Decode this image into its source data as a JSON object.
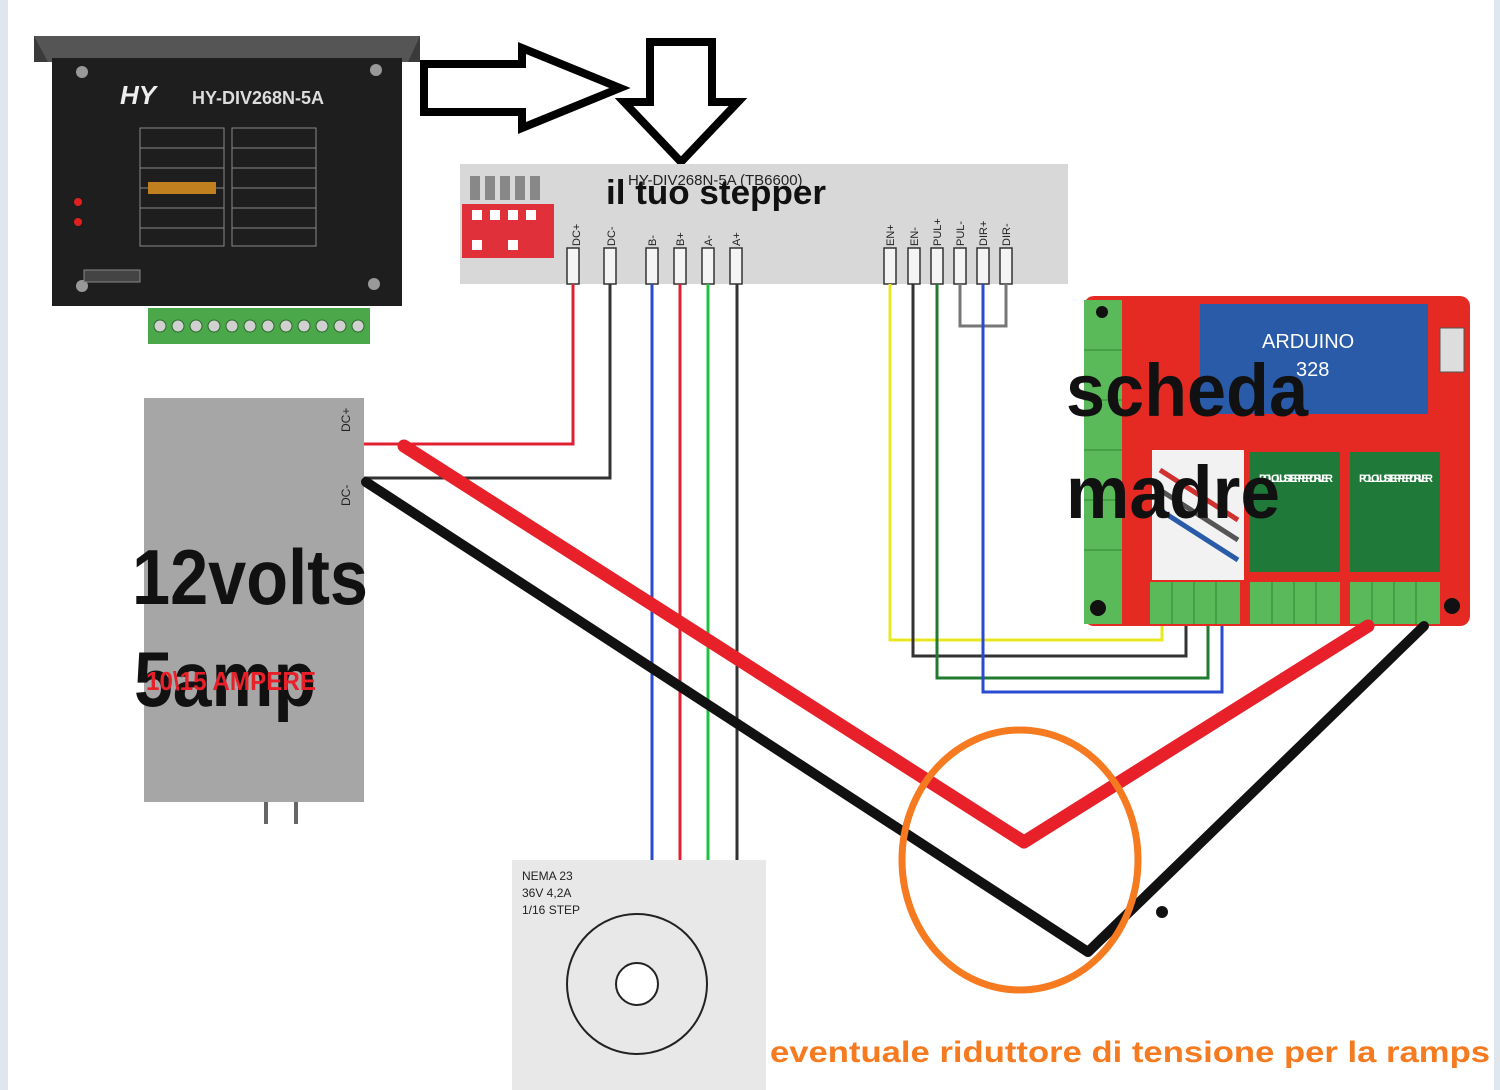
{
  "driver_photo": {
    "brand": "HY",
    "model": "HY-DIV268N-5A"
  },
  "driver_diagram": {
    "title": "HY-DIV268N-5A (TB6600)",
    "power_pins": [
      "DC+",
      "DC-"
    ],
    "motor_pins": [
      "B-",
      "B+",
      "A-",
      "A+"
    ],
    "signal_pins": [
      "EN+",
      "EN-",
      "PUL+",
      "PUL-",
      "DIR+",
      "DIR-"
    ]
  },
  "psu": {
    "pin_dc_plus": "DC+",
    "pin_dc_minus": "DC-"
  },
  "motor": {
    "line1": "NEMA 23",
    "line2": "36V   4,2A",
    "line3": "1/16 STEP"
  },
  "board": {
    "chip_label_1": "ARDUINO",
    "chip_label_2": "328",
    "driver1_label": "POLOLU STEPPER DRIVER",
    "driver2_label": "POLOLU STEPPER DRIVER"
  },
  "annotations": {
    "stepper": "il tuo stepper",
    "volts": "12volts",
    "amp": "5amp",
    "ampere": "10\\15 AMPERE",
    "scheda": "scheda",
    "madre": "madre",
    "reducer": "eventuale riduttore di tensione per la ramps"
  },
  "colors": {
    "red_wire": "#e8202a",
    "black_wire": "#111111",
    "orange_circle": "#f57a20",
    "board_red": "#e42a22",
    "arduino_blue": "#2a5ba8"
  }
}
